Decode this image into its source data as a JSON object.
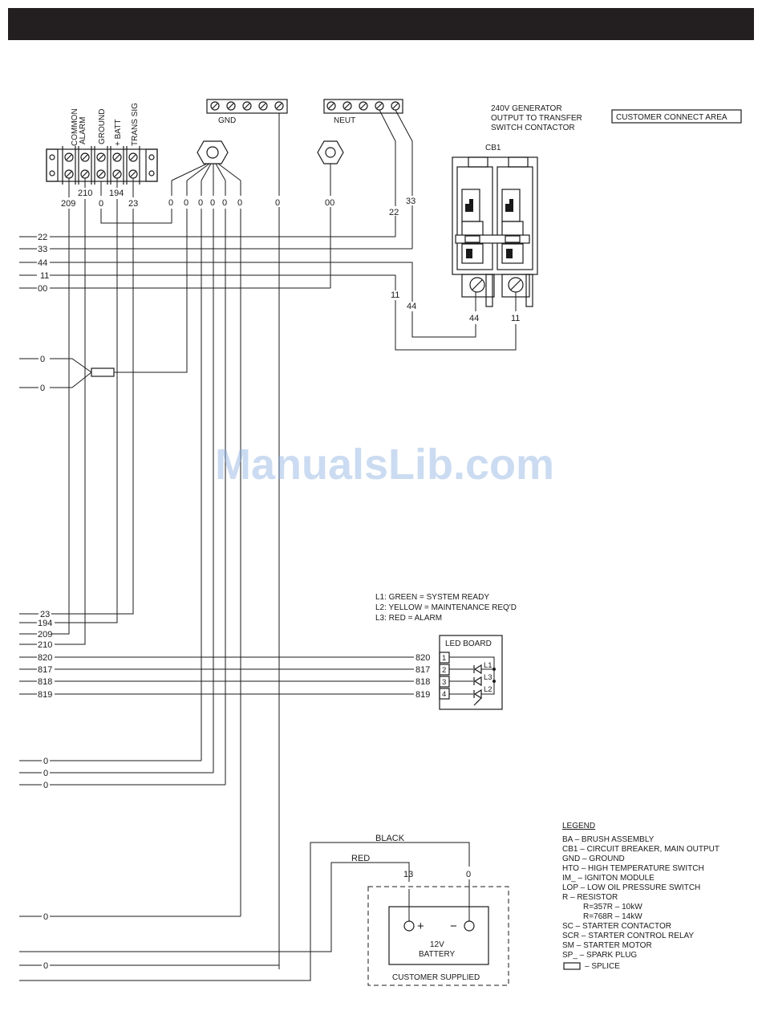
{
  "header": {},
  "watermark": "ManualsLib.com",
  "terminal_labels": [
    "COMMON",
    "ALARM",
    "GROUND",
    "+ BATT",
    "TRANS SIG"
  ],
  "terminal_wires": [
    "209",
    "210",
    "0",
    "194",
    "23"
  ],
  "gnd_label": "GND",
  "neut_label": "NEUT",
  "generator_note": [
    "240V GENERATOR",
    "OUTPUT TO TRANSFER",
    "SWITCH CONTACTOR"
  ],
  "customer_connect": "CUSTOMER CONNECT AREA",
  "breaker_label": "CB1",
  "wire_numbers": {
    "w22": "22",
    "w33": "33",
    "w44": "44",
    "w11": "11",
    "w00": "00",
    "w0": "0",
    "w23": "23",
    "w194": "194",
    "w209": "209",
    "w210": "210",
    "w820": "820",
    "w817": "817",
    "w818": "818",
    "w819": "819",
    "w13": "13"
  },
  "led_legend": [
    "L1:  GREEN = SYSTEM READY",
    "L2:  YELLOW = MAINTENANCE REQ'D",
    "L3:  RED = ALARM"
  ],
  "led_board": {
    "title": "LED BOARD",
    "pins": [
      "1",
      "2",
      "3",
      "4"
    ],
    "leds": [
      "L1",
      "L3",
      "L2"
    ]
  },
  "battery": {
    "black": "BLACK",
    "red": "RED",
    "label_line1": "12V",
    "label_line2": "BATTERY",
    "plus": "+",
    "minus": "−",
    "supplied": "CUSTOMER SUPPLIED"
  },
  "legend": {
    "title": "LEGEND",
    "items": [
      "BA  –   BRUSH ASSEMBLY",
      "CB1 – CIRCUIT BREAKER, MAIN OUTPUT",
      "GND – GROUND",
      "HTO – HIGH TEMPERATURE SWITCH",
      "IM_ – IGNITON MODULE",
      "LOP – LOW OIL PRESSURE SWITCH",
      "R  –  RESISTOR",
      "R=357R – 10kW",
      "R=768R – 14kW",
      "SC   – STARTER CONTACTOR",
      "SCR  – STARTER CONTROL RELAY",
      "SM   – STARTER MOTOR",
      "SP_  – SPARK PLUG",
      "– SPLICE"
    ]
  }
}
